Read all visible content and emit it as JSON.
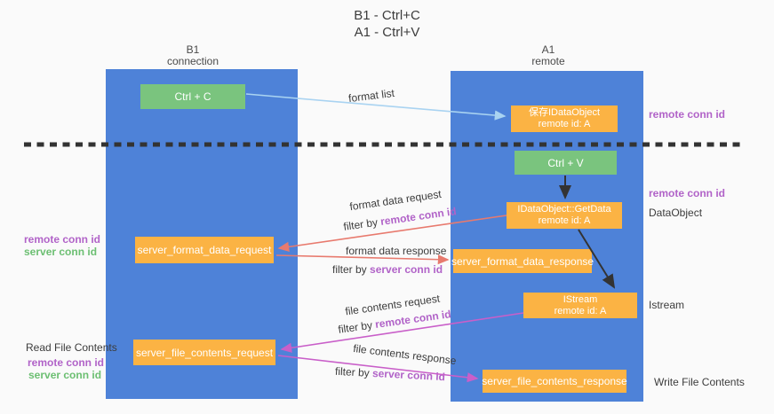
{
  "title": {
    "line1": "B1 - Ctrl+C",
    "line2": "A1 - Ctrl+V"
  },
  "columns": {
    "left": {
      "name": "B1",
      "subtitle": "connection"
    },
    "right": {
      "name": "A1",
      "subtitle": "remote"
    }
  },
  "boxes": {
    "ctrl_c": "Ctrl + C",
    "ctrl_v": "Ctrl + V",
    "save_idataobject": {
      "line1": "保存IDataObject",
      "line2": "remote id: A"
    },
    "getdata": {
      "line1": "IDataObject::GetData",
      "line2": "remote id: A"
    },
    "istream": {
      "line1": "IStream",
      "line2": "remote id: A"
    },
    "server_format_data_request": "server_format_data_request",
    "server_format_data_response": "server_format_data_response",
    "server_file_contents_request": "server_file_contents_request",
    "server_file_contents_response": "server_file_contents_response"
  },
  "right_labels": {
    "remote_conn_id_top": "remote conn id",
    "remote_conn_id_mid": "remote conn id",
    "dataobject": "DataObject",
    "istream": "Istream",
    "write_file_contents": "Write File Contents"
  },
  "left_labels": {
    "remote_conn_id_1": "remote conn id",
    "server_conn_id_1": "server conn id",
    "read_file_contents": "Read File Contents",
    "remote_conn_id_2": "remote conn id",
    "server_conn_id_2": "server conn id"
  },
  "flow": {
    "format_list": "format list",
    "format_data_request": "format data request",
    "format_data_response": "format data response",
    "file_contents_request": "file contents request",
    "file_contents_response": "file contents response",
    "filter_by": "filter by ",
    "remote_conn_id": "remote conn id",
    "server_conn_id": "server conn id"
  },
  "colors": {
    "column_blue": "#4e82d8",
    "box_green": "#7ac47e",
    "box_orange": "#fbb344",
    "label_purple": "#b163c8",
    "label_green": "#6cbf72",
    "arrow_red": "#e87a6e",
    "arrow_magenta": "#c95fc9",
    "arrow_lightblue": "#a9d3f1",
    "arrow_black": "#333333",
    "background": "#fafafa"
  }
}
